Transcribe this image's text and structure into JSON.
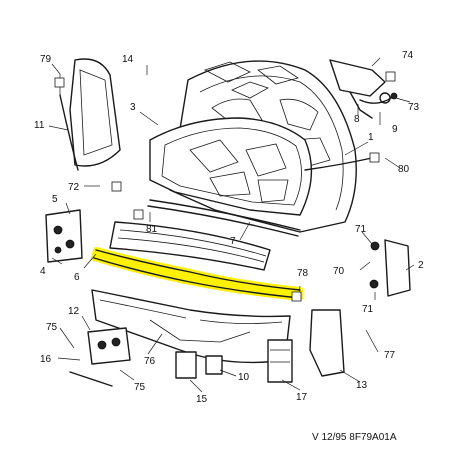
{
  "diagram": {
    "caption": "V 12/95 8F79A01A",
    "highlight_color": "#fff200",
    "callouts": [
      "79",
      "14",
      "74",
      "3",
      "73",
      "11",
      "8",
      "9",
      "1",
      "80",
      "72",
      "5",
      "81",
      "7",
      "71",
      "4",
      "6",
      "70",
      "2",
      "78",
      "12",
      "71",
      "75",
      "77",
      "76",
      "16",
      "75",
      "10",
      "15",
      "17",
      "13"
    ]
  }
}
